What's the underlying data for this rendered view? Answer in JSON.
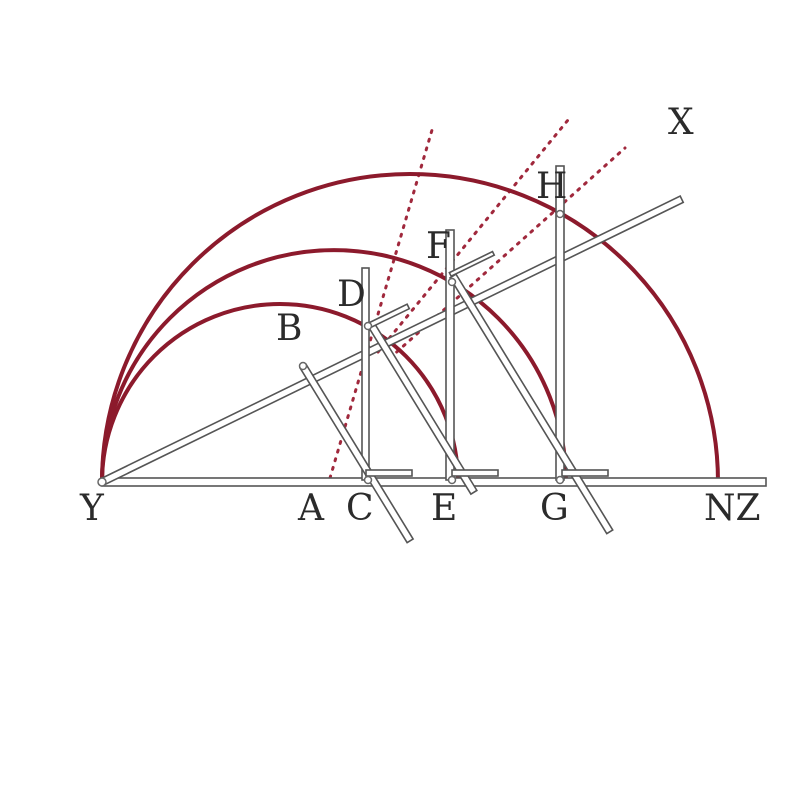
{
  "labels": {
    "X": "X",
    "H": "H",
    "F": "F",
    "D": "D",
    "B": "B",
    "Y": "Y",
    "A": "A",
    "C": "C",
    "E": "E",
    "G": "G",
    "NZ": "NZ"
  },
  "colors": {
    "arc": "#8c1a2c",
    "dotted": "#a0283c",
    "rod": "#555555"
  }
}
